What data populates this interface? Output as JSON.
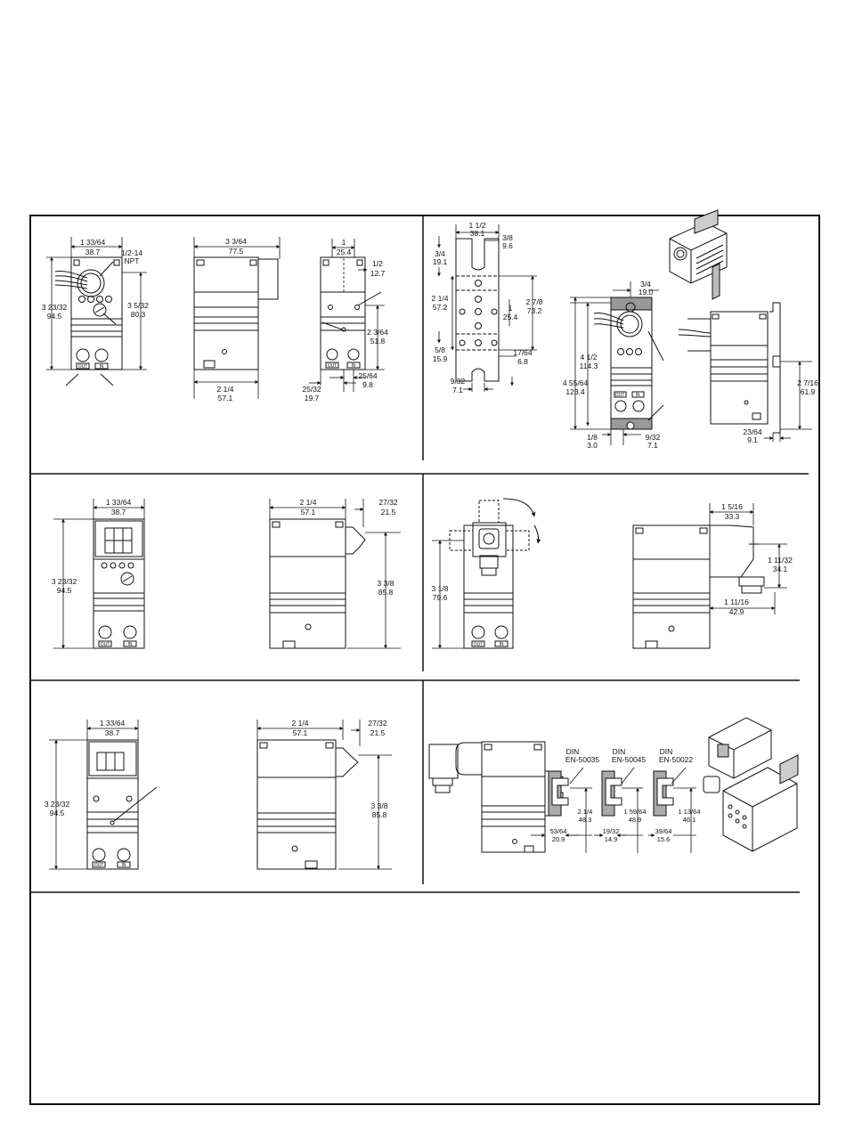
{
  "panel1": {
    "front": {
      "w_in": "1 33/64",
      "w_mm": "38.7",
      "port": "1/2-14",
      "port2": "NPT",
      "h_in": "3 23/32",
      "h_mm": "94.5",
      "h2_in": "3 5/32",
      "h2_mm": "80.3"
    },
    "side": {
      "top_in": "3 3/64",
      "top_mm": "77.5",
      "bot_in": "2 1/4",
      "bot_mm": "57.1"
    },
    "back": {
      "w_in": "1",
      "w_mm": "25.4",
      "a_in": "1/2",
      "a_mm": "12.7",
      "h_in": "2 3/64",
      "h_mm": "51.8",
      "b_in": "25/64",
      "b_mm": "9.8",
      "c_in": "25/32",
      "c_mm": "19.7"
    }
  },
  "panel2": {
    "bracket": {
      "w_in": "1 1/2",
      "w_mm": "38.1",
      "slot_in": "3/8",
      "slot_mm": "9.6",
      "a_in": "3/4",
      "a_mm": "19.1",
      "b_in": "2 1/4",
      "b_mm": "57.2",
      "c_in": "2 7/8",
      "c_mm": "73.2",
      "d_in": "1",
      "d_mm": "25.4",
      "e_in": "5/8",
      "e_mm": "15.9",
      "f_in": "17/64",
      "f_mm": "6.8",
      "g_in": "9/32",
      "g_mm": "7.1"
    },
    "mounted": {
      "a_in": "3/4",
      "a_mm": "19.0",
      "b_in": "4 1/2",
      "b_mm": "114.3",
      "c_in": "4 55/64",
      "c_mm": "123.4",
      "d_in": "1/8",
      "d_mm": "3.0",
      "e_in": "9/32",
      "e_mm": "7.1",
      "f_in": "2 7/16",
      "f_mm": "61.9",
      "g_in": "23/64",
      "g_mm": "9.1"
    }
  },
  "panel3": {
    "w_in": "1 33/64",
    "w_mm": "38.7",
    "h_in": "3 23/32",
    "h_mm": "94.5",
    "sw_in": "2 1/4",
    "sw_mm": "57.1",
    "c_in": "27/32",
    "c_mm": "21.5",
    "ch_in": "3 3/8",
    "ch_mm": "85.8"
  },
  "panel4": {
    "h_in": "3 1/8",
    "h_mm": "79.6",
    "a_in": "1 5/16",
    "a_mm": "33.3",
    "b_in": "1 11/32",
    "b_mm": "34.1",
    "c_in": "1 11/16",
    "c_mm": "42.9"
  },
  "panel5": {
    "w_in": "1 33/64",
    "w_mm": "38.7",
    "h_in": "3 23/32",
    "h_mm": "94.5",
    "sw_in": "2 1/4",
    "sw_mm": "57.1",
    "c_in": "27/32",
    "c_mm": "21.5",
    "ch_in": "3 3/8",
    "ch_mm": "85.8"
  },
  "panel6": {
    "rails": [
      {
        "t1": "DIN",
        "t2": "EN-50035",
        "h_in": "2 1/4",
        "h_mm": "48.3",
        "d_in": "53/64",
        "d_mm": "20.9"
      },
      {
        "t1": "DIN",
        "t2": "EN-50045",
        "h_in": "1 59/64",
        "h_mm": "48.9",
        "d_in": "19/32",
        "d_mm": "14.9"
      },
      {
        "t1": "DIN",
        "t2": "EN-50022",
        "h_in": "1 13/64",
        "h_mm": "46.1",
        "d_in": "39/64",
        "d_mm": "15.6"
      }
    ]
  },
  "labels": {
    "out": "OUT",
    "in": "IN"
  }
}
